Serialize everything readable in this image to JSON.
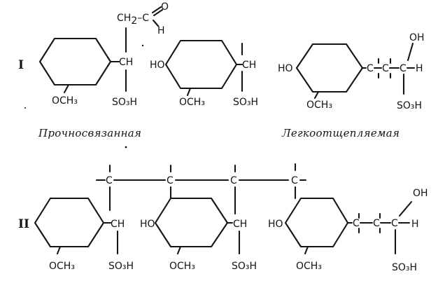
{
  "structures": {
    "I": {
      "label": "I",
      "unit1": {
        "substituent_top": [
          "CH",
          "2",
          "–C",
          "O",
          "H"
        ],
        "ch": "CH",
        "so3h": "SO₃H",
        "och3": "OCH₃"
      },
      "unit2": {
        "ho": "HO",
        "ch": "CH",
        "so3h": "SO₃H",
        "och3": "OCH₃"
      },
      "unit3": {
        "ho": "HO",
        "c1": "C",
        "c2": "C",
        "c3": "C",
        "h": "H",
        "oh": "OH",
        "so3h": "SO₃H",
        "och3": "OCH₃"
      }
    },
    "II": {
      "label": "II",
      "chain_c": [
        "C",
        "C",
        "C",
        "C"
      ],
      "unit1": {
        "ch": "CH",
        "so3h": "SO₃H",
        "och3": "OCH₃"
      },
      "unit2": {
        "ho": "HO",
        "ch": "CH",
        "so3h": "SO₃H",
        "och3": "OCH₃"
      },
      "unit3": {
        "ho": "HO",
        "c1": "C",
        "c2": "C",
        "c3": "C",
        "h": "H",
        "oh": "OH",
        "so3h": "SO₃H",
        "och3": "OCH₃"
      }
    }
  },
  "captions": {
    "left": "Прочносвязанная",
    "right": "Легкоотщепляемая"
  }
}
